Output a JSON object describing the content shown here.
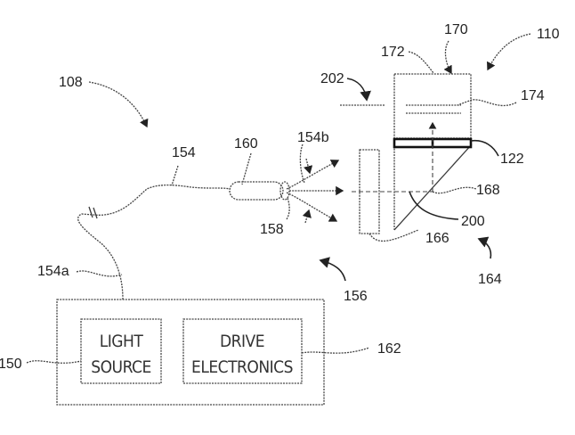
{
  "figure": {
    "type": "patent-drawing",
    "blocks": [
      {
        "id": "150",
        "line1": "LIGHT",
        "line2": "SOURCE"
      },
      {
        "id": "162",
        "line1": "DRIVE",
        "line2": "ELECTRONICS"
      }
    ],
    "reference_numerals": {
      "r108": "108",
      "r110": "110",
      "r122": "122",
      "r150": "150",
      "r154": "154",
      "r154a": "154a",
      "r154b": "154b",
      "r156": "156",
      "r158": "158",
      "r160": "160",
      "r162": "162",
      "r164": "164",
      "r166": "166",
      "r168": "168",
      "r170": "170",
      "r172": "172",
      "r174": "174",
      "r200": "200",
      "r202": "202"
    }
  }
}
